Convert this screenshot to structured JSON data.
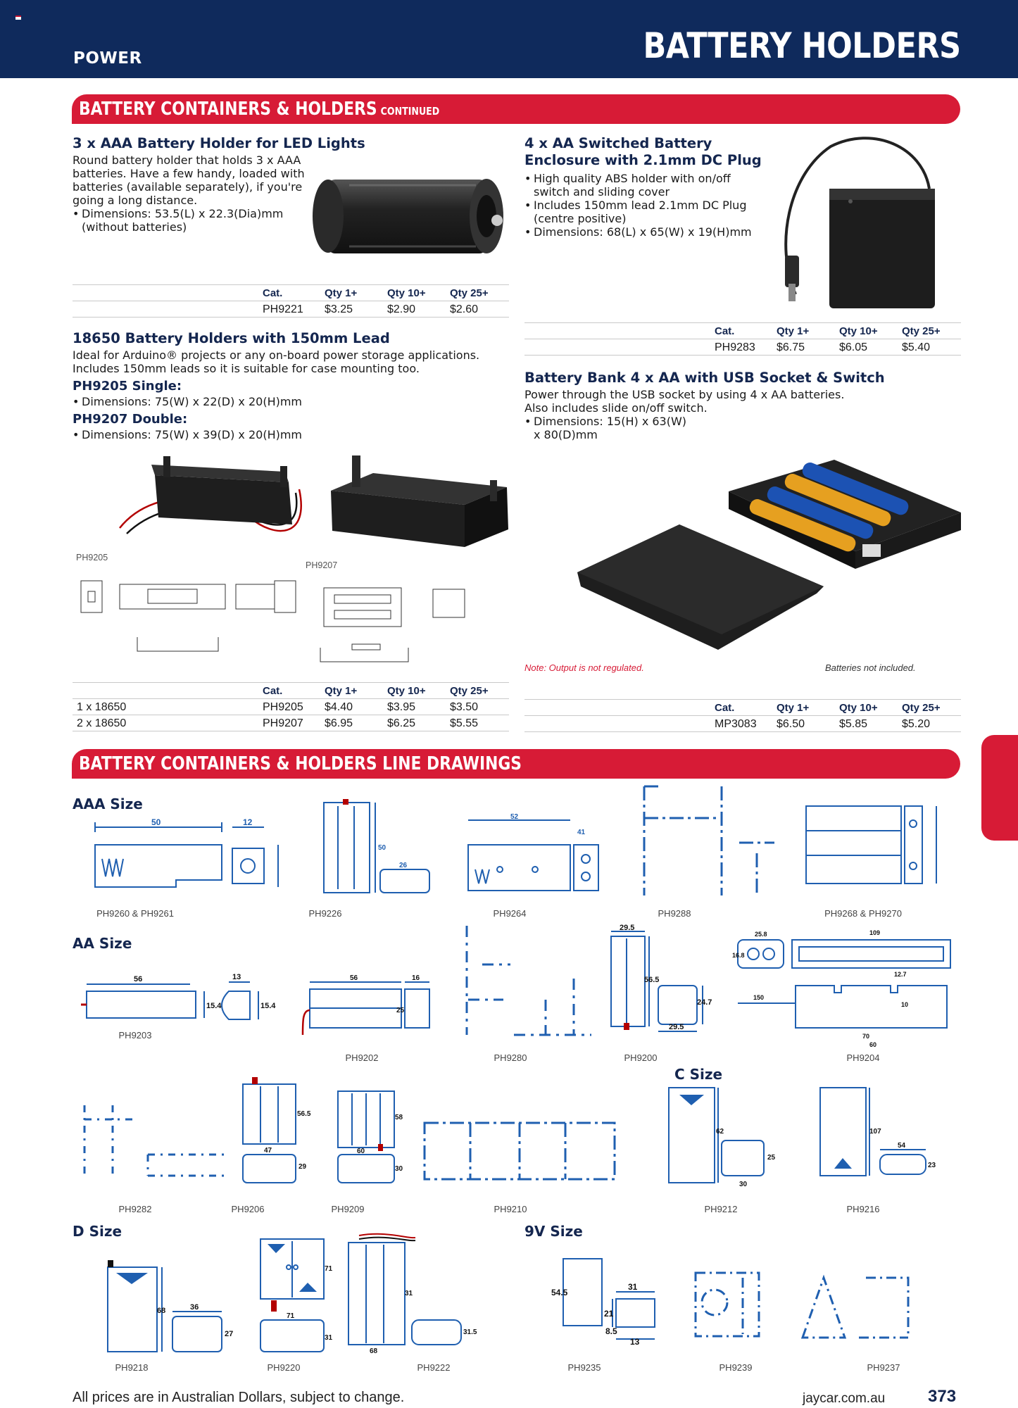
{
  "header": {
    "section": "POWER",
    "title": "BATTERY HOLDERS"
  },
  "banner1": {
    "title": "BATTERY CONTAINERS & HOLDERS",
    "suffix": "CONTINUED"
  },
  "banner2": {
    "title": "BATTERY CONTAINERS & HOLDERS LINE DRAWINGS"
  },
  "table_headers": {
    "cat": "Cat.",
    "qty1": "Qty 1+",
    "qty10": "Qty 10+",
    "qty25": "Qty 25+"
  },
  "products": {
    "aaa_holder": {
      "title": "3 x AAA Battery Holder for LED Lights",
      "desc": "Round battery holder that holds 3 x AAA batteries. Have a few handy, loaded with batteries (available separately), if you're going a long distance.",
      "bullets": [
        "Dimensions: 53.5(L) x 22.3(Dia)mm (without batteries)"
      ],
      "rows": [
        {
          "label": "",
          "cat": "PH9221",
          "qty1": "$3.25",
          "qty10": "$2.90",
          "qty25": "$2.60"
        }
      ]
    },
    "switched_enclosure": {
      "title": "4 x AA Switched Battery Enclosure with 2.1mm DC Plug",
      "bullets": [
        "High quality ABS holder with on/off switch and sliding cover",
        "Includes 150mm lead 2.1mm DC Plug (centre positive)",
        "Dimensions: 68(L) x 65(W) x 19(H)mm"
      ],
      "rows": [
        {
          "label": "",
          "cat": "PH9283",
          "qty1": "$6.75",
          "qty10": "$6.05",
          "qty25": "$5.40"
        }
      ]
    },
    "holder_18650": {
      "title": "18650 Battery Holders with 150mm Lead",
      "desc": "Ideal for Arduino® projects or any on-board power storage applications. Includes 150mm leads so it is suitable for case mounting too.",
      "single_title": "PH9205 Single:",
      "single_bullet": "Dimensions: 75(W) x 22(D) x 20(H)mm",
      "double_title": "PH9207 Double:",
      "double_bullet": "Dimensions: 75(W) x 39(D) x 20(H)mm",
      "img1_caption": "PH9205",
      "img2_caption": "PH9207",
      "rows": [
        {
          "label": "1 x 18650",
          "cat": "PH9205",
          "qty1": "$4.40",
          "qty10": "$3.95",
          "qty25": "$3.50"
        },
        {
          "label": "2 x 18650",
          "cat": "PH9207",
          "qty1": "$6.95",
          "qty10": "$6.25",
          "qty25": "$5.55"
        }
      ]
    },
    "battery_bank": {
      "title": "Battery Bank 4 x AA with USB Socket & Switch",
      "desc": "Power through the USB socket by using 4 x AA batteries. Also includes slide on/off switch.",
      "bullets": [
        "Dimensions: 15(H) x 63(W) x 80(D)mm"
      ],
      "note": "Note: Output is not regulated.",
      "note2": "Batteries not included.",
      "rows": [
        {
          "label": "",
          "cat": "MP3083",
          "qty1": "$6.50",
          "qty10": "$5.85",
          "qty25": "$5.20"
        }
      ]
    }
  },
  "line_drawings": {
    "aaa": {
      "title": "AAA Size",
      "items": [
        "PH9260 & PH9261",
        "PH9226",
        "PH9264",
        "PH9288",
        "PH9268 & PH9270"
      ]
    },
    "aa": {
      "title": "AA Size",
      "row1": [
        "PH9203",
        "PH9202",
        "PH9280",
        "PH9200",
        "PH9204"
      ],
      "row2": [
        "PH9282",
        "PH9206",
        "PH9209",
        "PH9210"
      ]
    },
    "c": {
      "title": "C Size",
      "items": [
        "PH9212",
        "PH9216"
      ]
    },
    "d": {
      "title": "D Size",
      "items": [
        "PH9218",
        "PH9220",
        "PH9222"
      ]
    },
    "nine_v": {
      "title": "9V Size",
      "items": [
        "PH9235",
        "PH9239",
        "PH9237"
      ]
    },
    "dims": {
      "ph9203_len": "56",
      "ph9203_w": "15.4",
      "ph9203_end": "13",
      "ph9203_end_h": "15.4",
      "ph9202_len": "56",
      "ph9202_w": "16",
      "ph9202_h": "25",
      "ph9200_w": "29.5",
      "ph9200_h": "56.5",
      "ph9200_side": "24.7",
      "ph9200_base": "29.5",
      "ph9204_len": "109",
      "ph9204_end": "25.8",
      "ph9204_h": "16.8",
      "ph9204_lead": "150",
      "ph9204_a": "12.7",
      "ph9204_b": "70",
      "ph9204_c": "10",
      "ph9204_d": "60",
      "ph9206_h": "56.5",
      "ph9206_w": "47",
      "ph9206_s": "29",
      "ph9209_h": "58",
      "ph9209_w": "60",
      "ph9209_s": "30",
      "ph9212_h": "62",
      "ph9212_s": "25",
      "ph9212_w": "30",
      "ph9216_h": "107",
      "ph9216_w": "54",
      "ph9216_s": "23",
      "ph9218_h": "68",
      "ph9218_w": "36",
      "ph9218_s": "27",
      "ph9220_h": "71",
      "ph9220_w": "71",
      "ph9220_s": "31",
      "ph9222_h": "31",
      "ph9222_w": "68",
      "ph9222_s": "31.5",
      "ph9235_h": "54.5",
      "ph9235_w": "31",
      "ph9235_a": "21",
      "ph9235_b": "8.5",
      "ph9235_c": "13",
      "aaa1_len": "50",
      "aaa1_end": "12",
      "aaa2_h": "50",
      "aaa2_w": "26",
      "aaa3_len": "52",
      "aaa3_w": "41"
    }
  },
  "footer": {
    "note": "All prices are in Australian Dollars, subject to change.",
    "url": "jaycar.com.au",
    "page": "373"
  },
  "colors": {
    "navy": "#0f2a5c",
    "red": "#d71b36",
    "drawing_blue": "#1f5fb0"
  }
}
